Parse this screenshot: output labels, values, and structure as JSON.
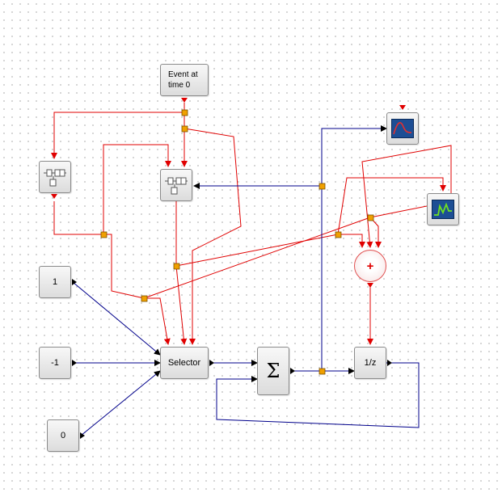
{
  "blocks": {
    "event": "Event at\ntime 0",
    "const1": "1",
    "const_neg1": "-1",
    "const0": "0",
    "selector": "Selector",
    "sum": "Σ",
    "delay": "1/z",
    "add": "+"
  },
  "colors": {
    "activation_link": "#e00000",
    "regular_link": "#00008b",
    "split_point": "#f0a000"
  },
  "icons": {
    "clock1": "clock-icon",
    "clock2": "clock-icon",
    "scope1": "scope-icon",
    "scope2": "scope-icon"
  }
}
